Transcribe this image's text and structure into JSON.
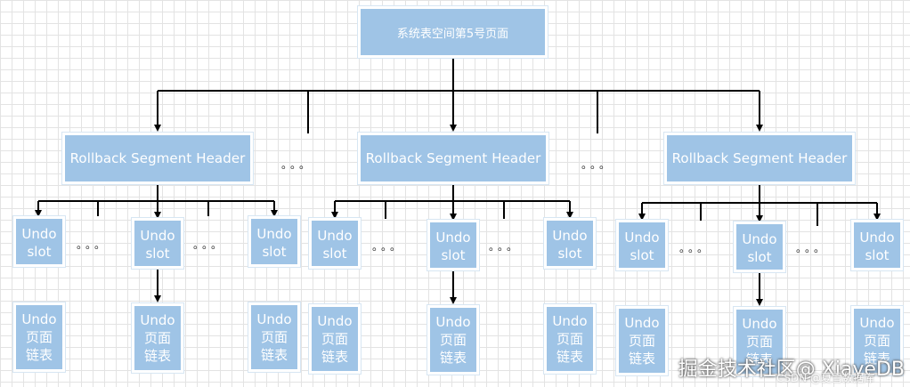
{
  "root": {
    "label": "系统表空间第5号页面"
  },
  "segment_label": "Rollback Segment Header",
  "slot_label": "Undo\nslot",
  "page_label": "Undo\n页面\n链表",
  "ellipsis": "。。。",
  "watermark": {
    "main": "掘金技术社区@ XiayeDB",
    "sub": "CSDN @夏雪数据库"
  }
}
